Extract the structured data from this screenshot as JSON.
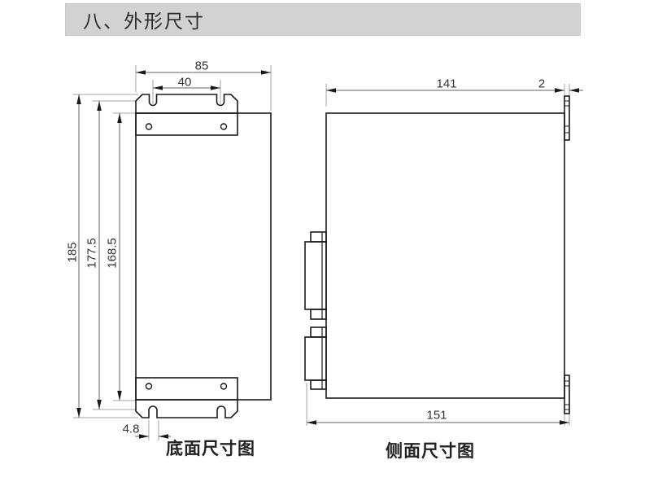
{
  "header": {
    "title": "八、外形尺寸"
  },
  "bottom_view": {
    "caption": "底面尺寸图",
    "dim_width": "85",
    "dim_slot_span": "40",
    "dim_height_total": "185",
    "dim_height_mid": "177.5",
    "dim_height_body": "168.5",
    "dim_slot_width": "4.8"
  },
  "side_view": {
    "caption": "侧面尺寸图",
    "dim_depth_body": "141",
    "dim_flange_thickness": "2",
    "dim_depth_total": "151"
  },
  "colors": {
    "outline": "#1a1a1a",
    "dim_line": "#666666",
    "ext_line": "#a6a6a6",
    "title_bg": "#d2d2d2"
  }
}
